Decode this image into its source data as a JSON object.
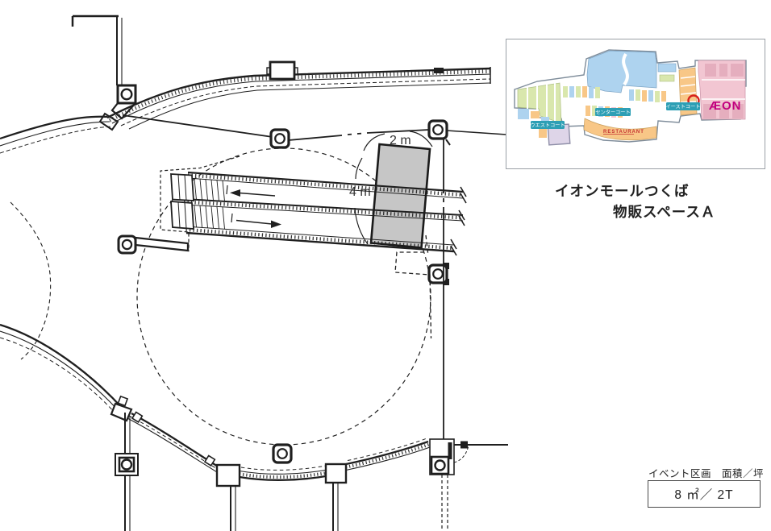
{
  "title": {
    "line1": "イオンモールつくば",
    "line2": "物販スペースＡ"
  },
  "plan": {
    "width_label": "2 m",
    "height_label": "4 m"
  },
  "inset_map": {
    "west_court": "ウエストコート",
    "center_court": "センターコート",
    "east_court": "イーストコート",
    "restaurant": "RESTAURANT",
    "aeon": "ÆON",
    "colors": {
      "zone_blue": "#aed3ef",
      "zone_green": "#d9e7ad",
      "zone_orange": "#f8c787",
      "zone_pink": "#f2c6d2",
      "zone_lavender": "#ded5e8",
      "badge_teal": "#2d9fb5",
      "restaurant_red": "#c43030",
      "aeon_magenta": "#c2007e",
      "location_marker_red": "#d7231d"
    }
  },
  "area_table": {
    "header": "イベント区画　面積／坪",
    "value": "8 ㎡／ 2T"
  }
}
